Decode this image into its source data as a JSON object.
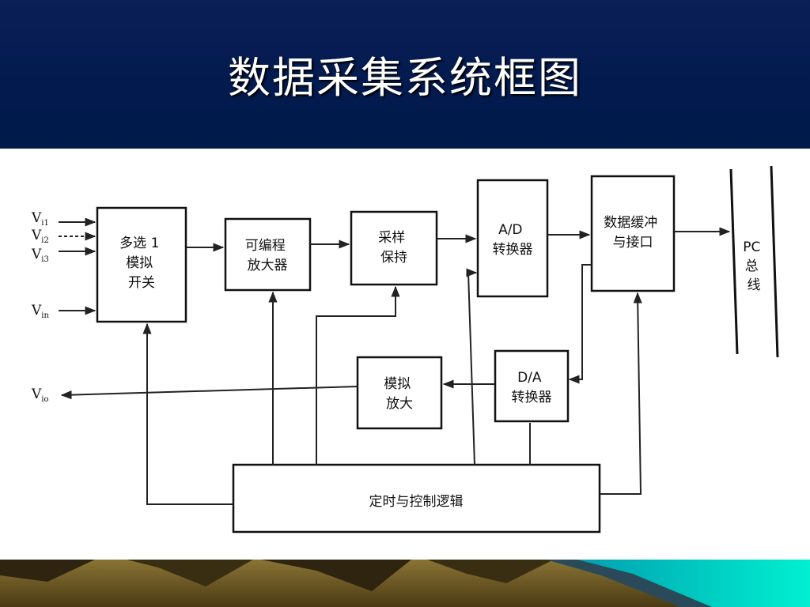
{
  "slide": {
    "title": "数据采集系统框图",
    "colors": {
      "header": "#021a4e",
      "panel": "#ffffff",
      "footer_dark": "#5c4a1c",
      "footer_accent": "#00e5d0"
    }
  },
  "diagram": {
    "inputs": [
      {
        "main": "V",
        "sub": "i1"
      },
      {
        "main": "V",
        "sub": "i2"
      },
      {
        "main": "V",
        "sub": "i3"
      },
      {
        "main": "V",
        "sub": "in"
      }
    ],
    "output": {
      "main": "V",
      "sub": "io"
    },
    "blocks": {
      "mux": [
        "多选 1",
        "模拟",
        "开关"
      ],
      "pga": [
        "可编程",
        "放大器"
      ],
      "sample_hold": [
        "采样",
        "保持"
      ],
      "adc": [
        "A/D",
        "转换器"
      ],
      "buffer": [
        "数据缓冲",
        "与接口"
      ],
      "analog_amp": [
        "模拟",
        "放大"
      ],
      "dac": [
        "D/A",
        "转换器"
      ],
      "control": "定时与控制逻辑"
    },
    "bus": [
      "PC",
      "总",
      "线"
    ]
  }
}
